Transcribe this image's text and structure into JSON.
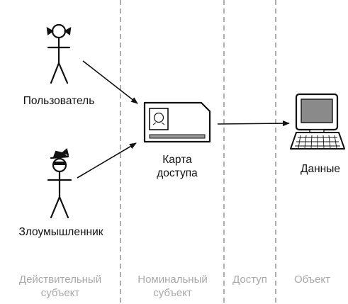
{
  "actors": {
    "user": "Пользователь",
    "attacker": "Злоумышленник"
  },
  "card": {
    "line1": "Карта",
    "line2": "доступа"
  },
  "data_object": "Данные",
  "zones": {
    "real_subject": {
      "line1": "Действительный",
      "line2": "субъект"
    },
    "nominal_subject": {
      "line1": "Номинальный",
      "line2": "субъект"
    },
    "access": "Доступ",
    "object": "Объект"
  },
  "colors": {
    "ink": "#111111",
    "divider": "#9a9a9a",
    "zone_text": "#a8a8a8",
    "screen": "#8a8a8a",
    "card_stripe": "#9a9a9a"
  },
  "icons": {
    "user": "stick-figure-icon",
    "attacker": "masked-stick-figure-icon",
    "card": "access-card-icon",
    "data": "computer-icon"
  }
}
